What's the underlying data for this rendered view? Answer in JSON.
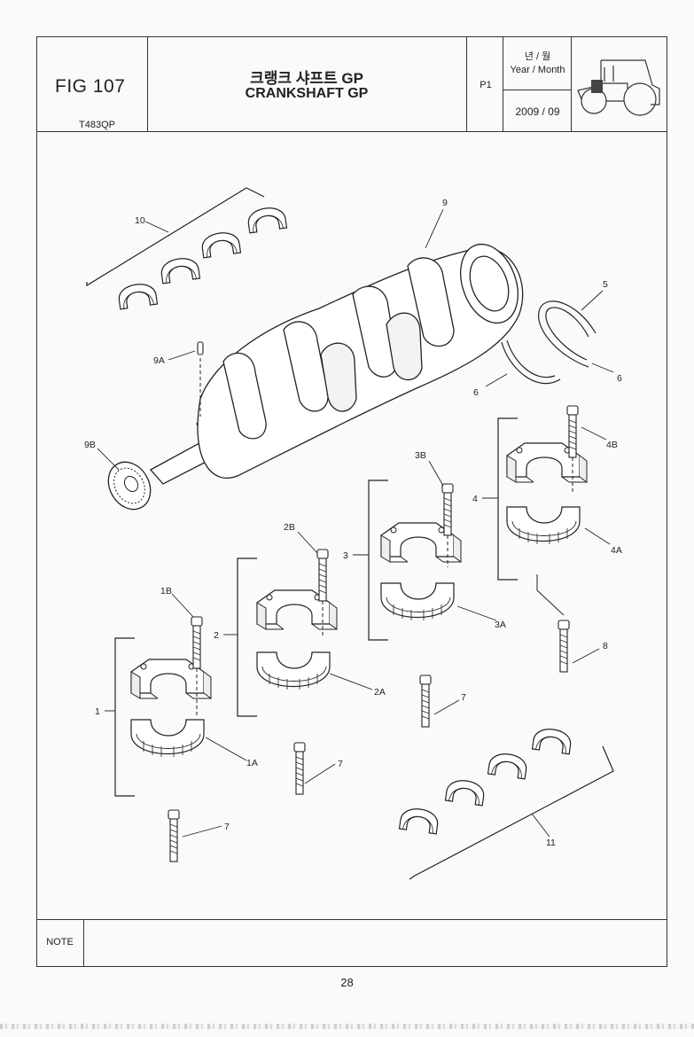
{
  "header": {
    "fig": "FIG 107",
    "model": "T483QP",
    "title_ko": "크랭크 샤프트 GP",
    "title_en": "CRANKSHAFT GP",
    "page": "P1",
    "year_month_ko": "년 / 월",
    "year_month_en": "Year / Month",
    "date": "2009 / 09"
  },
  "tractor_icon": "tractor-icon",
  "diagram": {
    "labels": {
      "p10": "10",
      "p9": "9",
      "p5": "5",
      "p6a": "6",
      "p6b": "6",
      "p9a": "9A",
      "p9b": "9B",
      "p4b": "4B",
      "p4": "4",
      "p4a": "4A",
      "p3b": "3B",
      "p3": "3",
      "p3a": "3A",
      "p2b": "2B",
      "p2": "2",
      "p2a": "2A",
      "p1b": "1B",
      "p1": "1",
      "p1a": "1A",
      "p8": "8",
      "p7a": "7",
      "p7b": "7",
      "p7c": "7",
      "p11": "11"
    }
  },
  "footer": {
    "note": "NOTE",
    "page_number": "28"
  }
}
